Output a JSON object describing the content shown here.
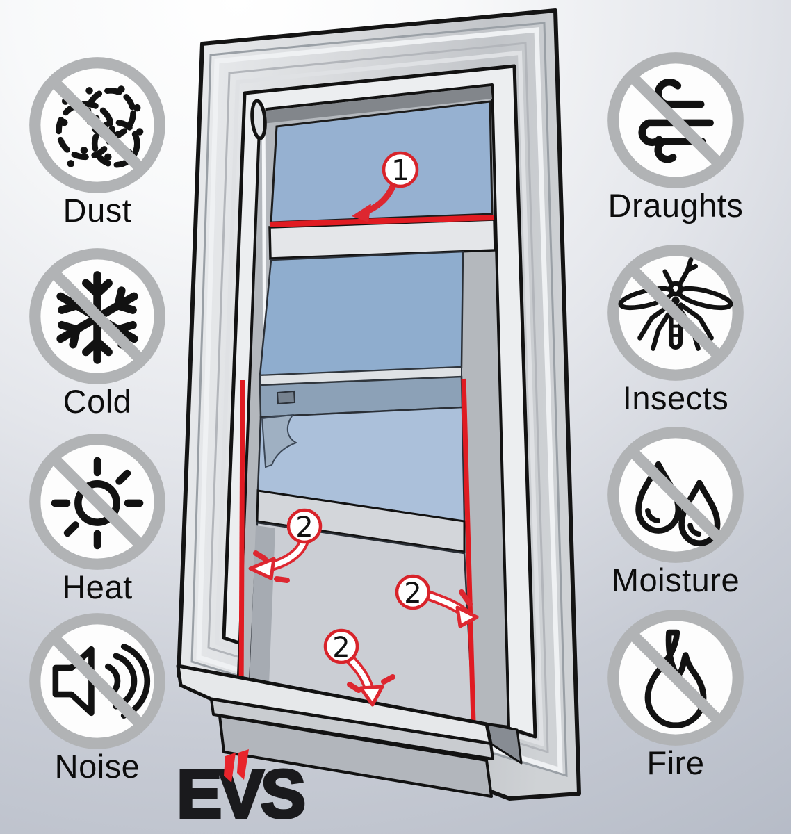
{
  "benefits_left": [
    {
      "label": "Dust",
      "icon": "dust-icon"
    },
    {
      "label": "Cold",
      "icon": "snowflake-icon"
    },
    {
      "label": "Heat",
      "icon": "sun-icon"
    },
    {
      "label": "Noise",
      "icon": "speaker-icon"
    }
  ],
  "benefits_right": [
    {
      "label": "Draughts",
      "icon": "wind-icon"
    },
    {
      "label": "Insects",
      "icon": "mosquito-icon"
    },
    {
      "label": "Moisture",
      "icon": "droplets-icon"
    },
    {
      "label": "Fire",
      "icon": "flame-icon"
    }
  ],
  "diagram": {
    "callouts": [
      {
        "number": "1"
      },
      {
        "number": "2"
      },
      {
        "number": "2"
      },
      {
        "number": "2"
      }
    ],
    "seal_color": "#e01b22",
    "arrow_color": "#dd2730",
    "glass_color": "#96b1d1",
    "frame_color": "#eceef0",
    "prohibition_ring_color": "#b1b3b5"
  },
  "logo": {
    "text": "EVS",
    "accent_color": "#e8242b",
    "text_color": "#1a1a1d"
  }
}
